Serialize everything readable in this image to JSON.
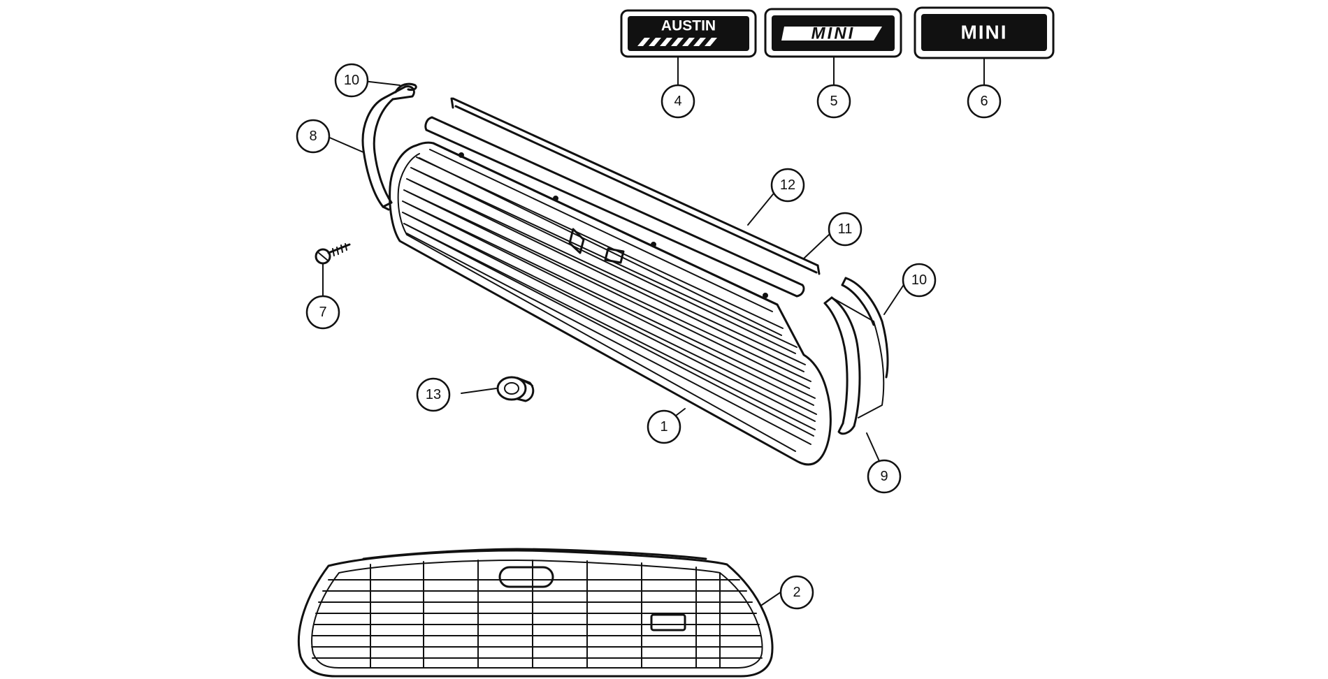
{
  "badges": {
    "austin": {
      "text": "AUSTIN",
      "callout": "4"
    },
    "mini_stylised": {
      "text": "MINI",
      "callout": "5"
    },
    "mini": {
      "text": "MINI",
      "callout": "6"
    }
  },
  "callouts": {
    "grille": "1",
    "grille_alt": "2",
    "screw": "7",
    "finisher_left": "8",
    "finisher_right": "9",
    "clip_left": "10",
    "clip_right": "10",
    "seal_lower": "11",
    "seal_upper": "12",
    "grommet": "13"
  }
}
